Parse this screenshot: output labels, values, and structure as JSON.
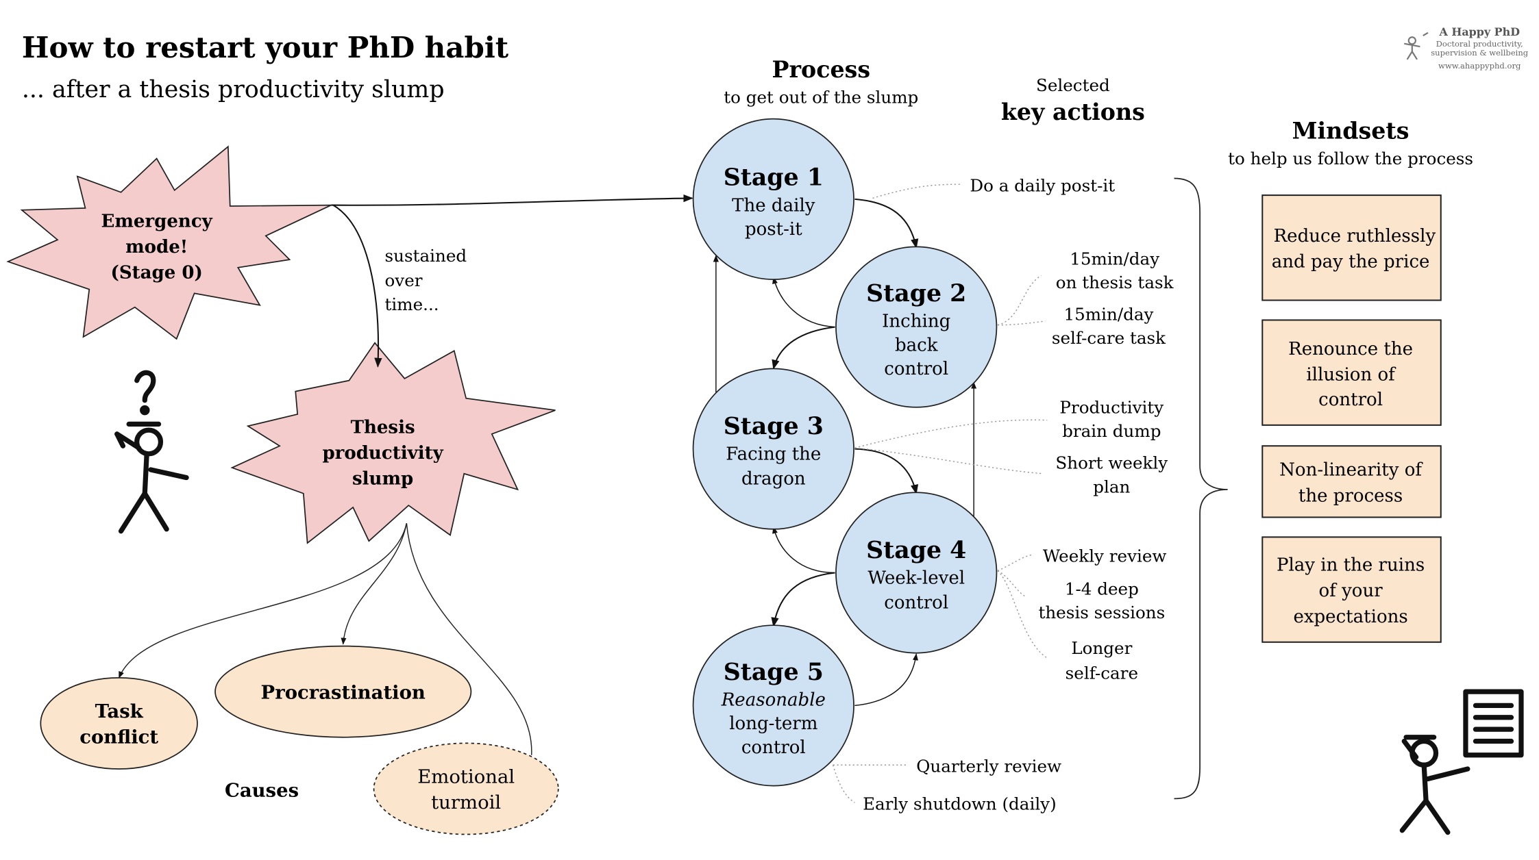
{
  "title": "How to restart your PhD habit",
  "subtitle": "... after a thesis productivity slump",
  "logo": {
    "name": "A Happy PhD",
    "tagline1": "Doctoral productivity,",
    "tagline2": "supervision & wellbeing",
    "url": "www.ahappyphd.org"
  },
  "process": {
    "heading": "Process",
    "subheading": "to get out of the slump"
  },
  "actions_header": {
    "line1": "Selected",
    "line2": "key actions"
  },
  "mindsets_header": {
    "heading": "Mindsets",
    "subheading": "to help us follow the process"
  },
  "emergency": {
    "line1": "Emergency",
    "line2": "mode!",
    "line3": "(Stage 0)"
  },
  "slump": {
    "line1": "Thesis",
    "line2": "productivity",
    "line3": "slump"
  },
  "sustained": {
    "line1": "sustained",
    "line2": "over",
    "line3": "time..."
  },
  "stages": [
    {
      "title": "Stage 1",
      "lines": [
        "The daily",
        "post-it"
      ]
    },
    {
      "title": "Stage 2",
      "lines": [
        "Inching",
        "back",
        "control"
      ]
    },
    {
      "title": "Stage 3",
      "lines": [
        "Facing the",
        "dragon"
      ]
    },
    {
      "title": "Stage 4",
      "lines": [
        "Week-level",
        "control"
      ]
    },
    {
      "title": "Stage 5",
      "lines": [
        "Reasonable",
        "long-term",
        "control"
      ]
    }
  ],
  "actions": {
    "a1": "Do a daily post-it",
    "a2a": [
      "15min/day",
      "on thesis task"
    ],
    "a2b": [
      "15min/day",
      "self-care task"
    ],
    "a3a": [
      "Productivity",
      "brain dump"
    ],
    "a3b": [
      "Short weekly",
      "plan"
    ],
    "a4a": "Weekly review",
    "a4b": [
      "1-4 deep",
      "thesis sessions"
    ],
    "a4c": [
      "Longer",
      "self-care"
    ],
    "a5a": "Quarterly review",
    "a5b": "Early shutdown (daily)"
  },
  "mindsets": [
    [
      "Reduce ruthlessly",
      "and pay the price"
    ],
    [
      "Renounce the",
      "illusion of",
      "control"
    ],
    [
      "Non-linearity of",
      "the process"
    ],
    [
      "Play in the ruins",
      "of your",
      "expectations"
    ]
  ],
  "causes": {
    "label": "Causes",
    "task_conflict": [
      "Task",
      "conflict"
    ],
    "procrastination": "Procrastination",
    "emotional": [
      "Emotional",
      "turmoil"
    ]
  },
  "colors": {
    "burst_fill": "#f4cccc",
    "stage_fill": "#cfe2f3",
    "cause_fill": "#fce5cd",
    "mindset_fill": "#fce5cd",
    "stroke": "#222222",
    "dotted": "#999999"
  }
}
